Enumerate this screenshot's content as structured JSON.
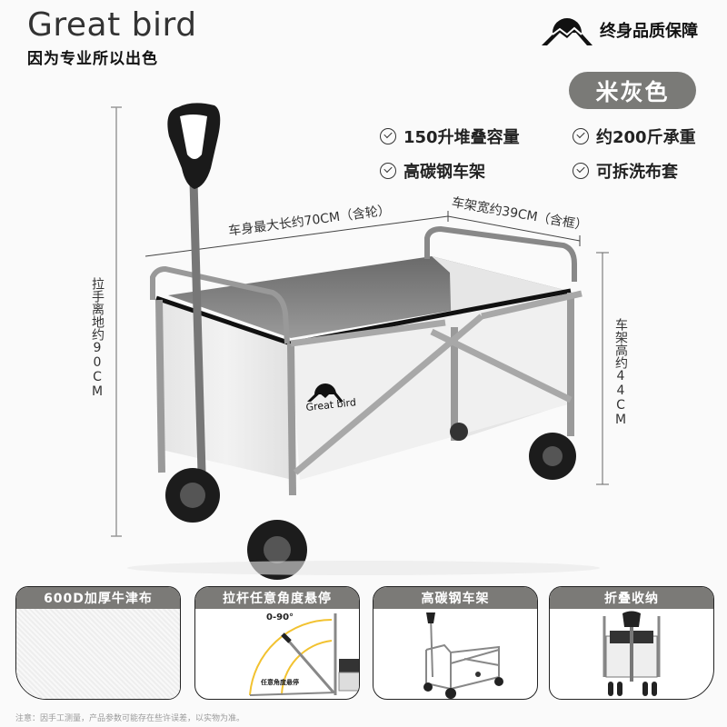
{
  "header": {
    "brand_name": "Great bird",
    "slogan": "因为专业所以出色",
    "guarantee_icon": "mountain-logo-icon",
    "guarantee_text": "终身品质保障"
  },
  "color_option": {
    "label": "米灰色",
    "background": "#7a7a77"
  },
  "features": [
    {
      "icon": "check-circle-icon",
      "label": "150升堆叠容量"
    },
    {
      "icon": "check-circle-icon",
      "label": "约200斤承重"
    },
    {
      "icon": "check-circle-icon",
      "label": "高碳钢车架"
    },
    {
      "icon": "check-circle-icon",
      "label": "可拆洗布套"
    }
  ],
  "dimensions": {
    "length": "车身最大长约70CM（含轮）",
    "width": "车架宽约39CM（含框）",
    "handle_height": "拉手离地约90CM",
    "frame_height": "车架高约44CM"
  },
  "product": {
    "logo_text": "Great bird"
  },
  "panels": [
    {
      "title": "600D加厚牛津布"
    },
    {
      "title": "拉杆任意角度悬停",
      "angle_label": "0-90°",
      "hover_label": "任意角度悬停"
    },
    {
      "title": "高碳钢车架"
    },
    {
      "title": "折叠收纳"
    }
  ],
  "footer_note": "注意：因手工测量，产品参数可能存在些许误差，以实物为准。",
  "colors": {
    "panel_header": "#7b7a77",
    "accent_arc": "#f2c230"
  }
}
